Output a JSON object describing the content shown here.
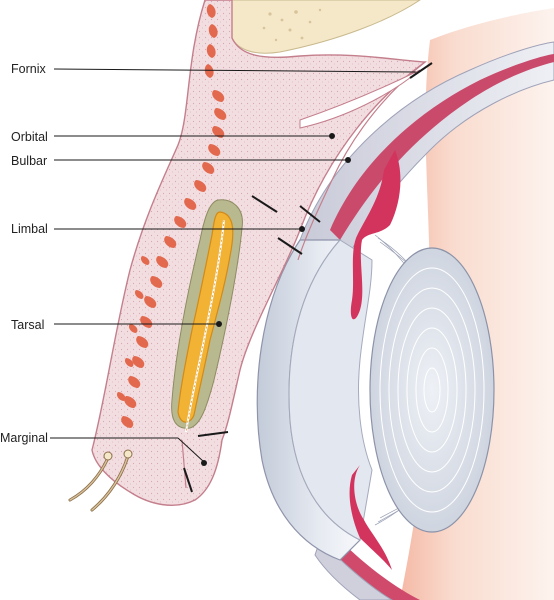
{
  "labels": {
    "fornix": "Fornix",
    "orbital": "Orbital",
    "bulbar": "Bulbar",
    "limbal": "Limbal",
    "tarsal": "Tarsal",
    "marginal": "Marginal"
  },
  "colors": {
    "skin": "#f1dde0",
    "conjunctiva_edge": "#d98f9c",
    "muscle": "#e2694e",
    "bone": "#f4e8c8",
    "tarsal_plate": "#b8b890",
    "meibomian_gland": "#f2b233",
    "sclera": "#dcdde6",
    "ciliary_body": "#d2345d",
    "lens": "#d9dee8",
    "choroid_bg": "#f7d4c5"
  }
}
